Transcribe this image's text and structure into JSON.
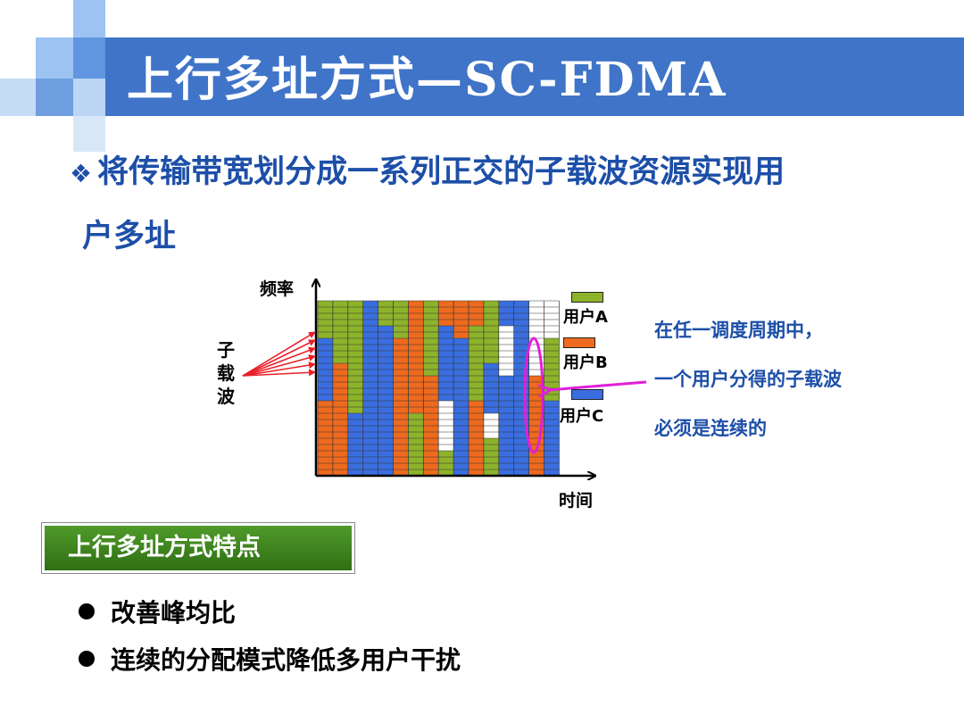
{
  "title": "上行多址方式—SC-FDMA",
  "bullet": {
    "symbol": "❖",
    "line1": "将传输带宽划分成一系列正交的子载波资源实现用",
    "line2": "户多址"
  },
  "diagram": {
    "y_axis_label": "频率",
    "x_axis_label": "时间",
    "subcarrier_label": [
      "子",
      "载",
      "波"
    ],
    "legend": [
      {
        "label": "用户A",
        "color": "#8db32b"
      },
      {
        "label": "用户B",
        "color": "#ee6a1e"
      },
      {
        "label": "用户C",
        "color": "#3a6ee0"
      }
    ],
    "note": [
      "在任一调度周期中，",
      "一个用户分得的子载波",
      "必须是连续的"
    ],
    "columns": [
      [
        "A",
        3,
        "C",
        5,
        "B",
        6
      ],
      [
        "A",
        5,
        "B",
        9
      ],
      [
        "A",
        9,
        "C",
        5
      ],
      [
        "C",
        14
      ],
      [
        "A",
        2,
        "C",
        12
      ],
      [
        "A",
        3,
        "B",
        11
      ],
      [
        "B",
        9,
        "A",
        5
      ],
      [
        "A",
        6,
        "B",
        8
      ],
      [
        "B",
        2,
        "C",
        6,
        "W",
        4,
        "A",
        2
      ],
      [
        "B",
        3,
        "C",
        11
      ],
      [
        "B",
        2,
        "A",
        6,
        "B",
        6
      ],
      [
        "A",
        5,
        "C",
        4,
        "W",
        2,
        "A",
        3
      ],
      [
        "C",
        2,
        "W",
        4,
        "C",
        8
      ],
      [
        "C",
        14
      ],
      [
        "W",
        6,
        "B",
        8
      ],
      [
        "W",
        3,
        "A",
        5,
        "C",
        6
      ]
    ]
  },
  "features": {
    "heading": "上行多址方式特点",
    "items": [
      "改善峰均比",
      "连续的分配模式降低多用户干扰"
    ]
  }
}
